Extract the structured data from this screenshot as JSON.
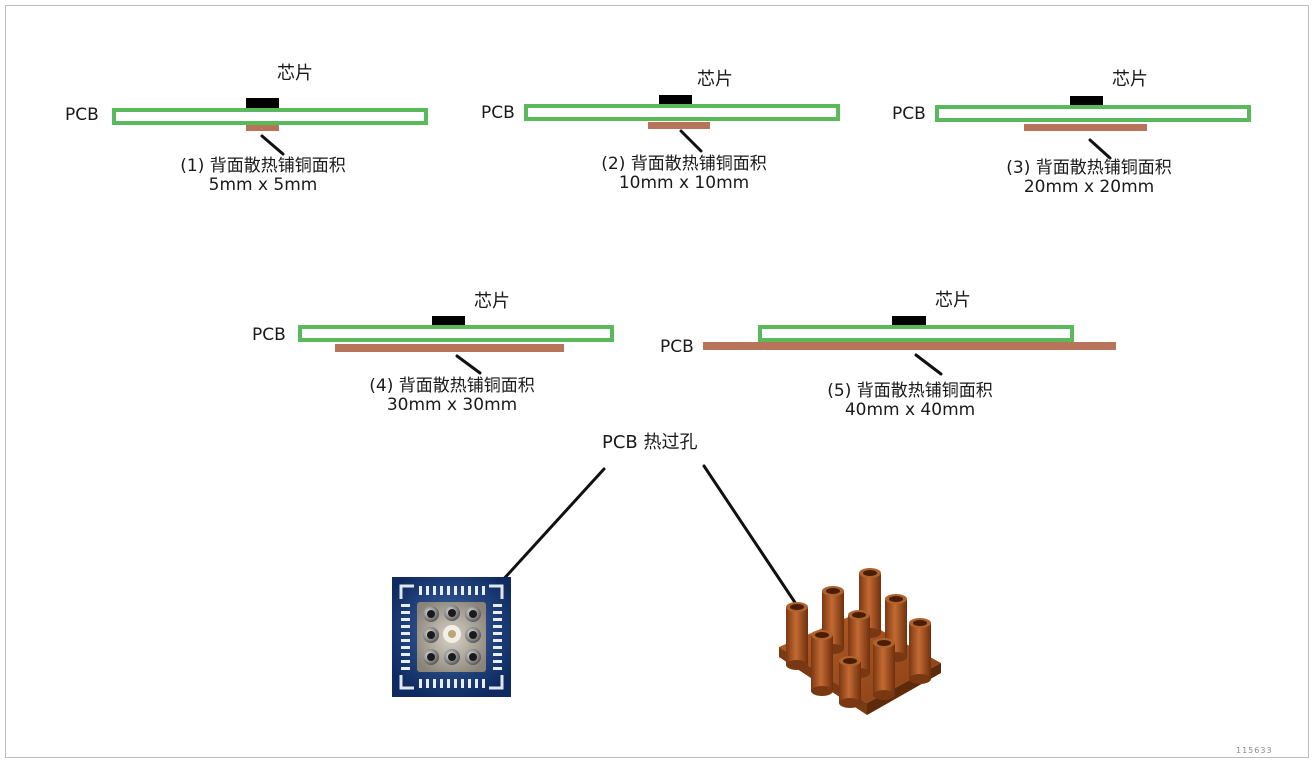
{
  "labels": {
    "chip": "芯片",
    "pcb": "PCB",
    "vias_title": "PCB 热过孔"
  },
  "panels": [
    {
      "caption": "(1) 背面散热铺铜面积",
      "size": "5mm x 5mm"
    },
    {
      "caption": "(2) 背面散热铺铜面积",
      "size": "10mm x 10mm"
    },
    {
      "caption": "(3) 背面散热铺铜面积",
      "size": "20mm x 20mm"
    },
    {
      "caption": "(4) 背面散热铺铜面积",
      "size": "30mm x 30mm"
    },
    {
      "caption": "(5) 背面散热铺铜面积",
      "size": "40mm x 40mm"
    }
  ],
  "footer": {
    "id": "115633"
  },
  "colors": {
    "pcb_outline": "#59b95b",
    "copper": "#b8745a",
    "chip": "#000000"
  }
}
